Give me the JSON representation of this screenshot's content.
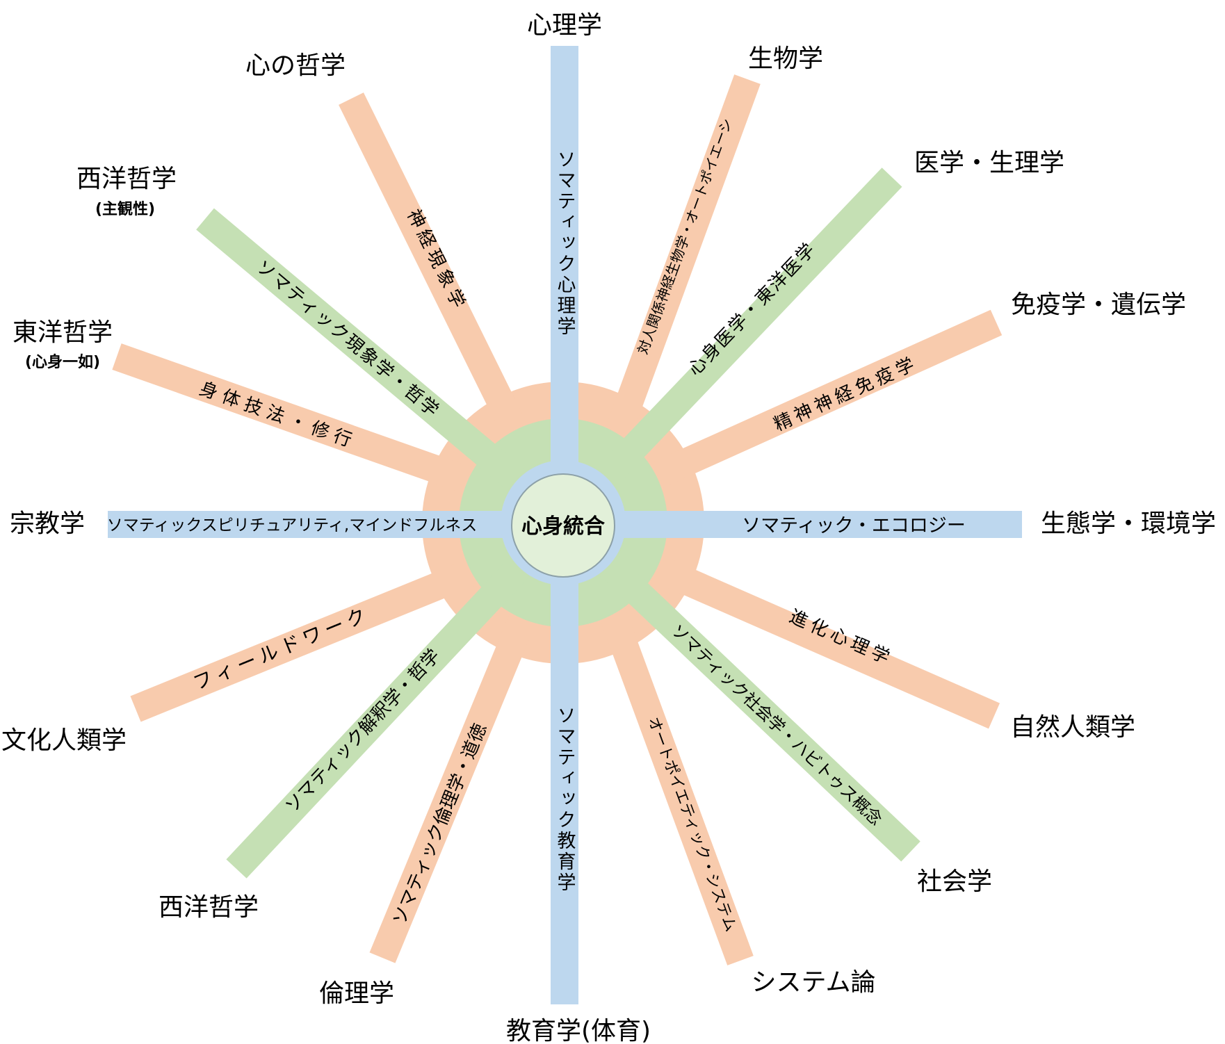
{
  "colors": {
    "peach": "#F8CBAD",
    "green": "#C5E0B4",
    "blue": "#BDD7EE",
    "center": "#E2F0D9"
  },
  "center_label": "心身統合",
  "fields": {
    "top": "心理学",
    "bottom": "教育学(体育)",
    "left": "宗教学",
    "right": "生態学・環境学",
    "mind": "心の哲学",
    "biology": "生物学",
    "west_phil_top": "西洋哲学",
    "west_phil_top_sub": "(主観性)",
    "east_phil": "東洋哲学",
    "east_phil_sub": "(心身一如)",
    "medicine": "医学・生理学",
    "immunology": "免疫学・遺伝学",
    "nat_anthro": "自然人類学",
    "sociology": "社会学",
    "systems": "システム論",
    "ethics": "倫理学",
    "west_phil_bottom": "西洋哲学",
    "cult_anthro": "文化人類学"
  },
  "spokes": {
    "psychology": "ソマティック心理学",
    "education": "ソマティック教育学",
    "spirituality": "ソマティックスピリチュアリティ,マインドフルネス",
    "ecology": "ソマティック・エコロジー",
    "neurophenom": "神経現象学",
    "interpersonal": "対人関係神経生物学・オートポイエーシ",
    "phenomenology": "ソマティック現象学・哲学",
    "psychosomatic": "心身医学・東洋医学",
    "bodytech": "身体技法・修行",
    "pni": "精神神経免疫学",
    "evo_psych": "進化心理学",
    "sociology": "ソマティック社会学・ハビトゥス概念",
    "autopoietic": "オートポイエティック・システム",
    "ethics": "ソマティック倫理学・道徳",
    "hermeneutics": "ソマティック解釈学・哲学",
    "fieldwork": "フィールドワーク"
  }
}
